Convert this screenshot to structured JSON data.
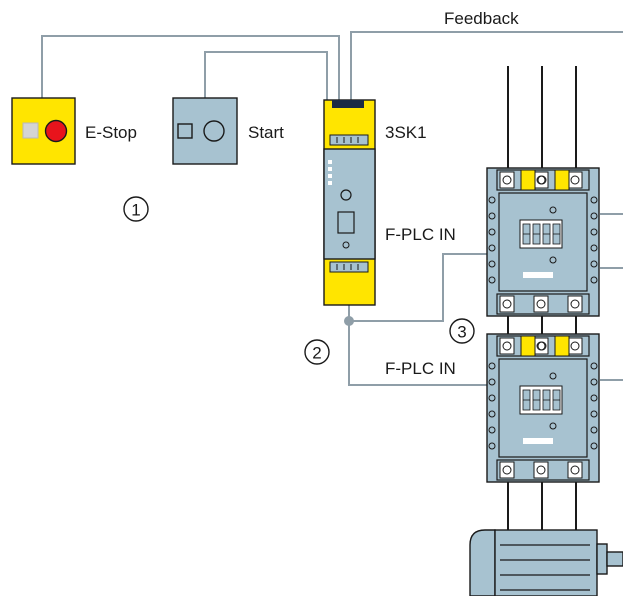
{
  "labels": {
    "feedback": "Feedback",
    "estop": "E-Stop",
    "start": "Start",
    "relay": "3SK1",
    "fplc_in_1": "F-PLC IN",
    "fplc_in_2": "F-PLC IN"
  },
  "callouts": {
    "one": "1",
    "two": "2",
    "three": "3"
  },
  "colors": {
    "safety_yellow": "#ffe500",
    "device_blue": "#a7c2d0",
    "wire_gray": "#8f9ea8",
    "estop_red": "#e8141c"
  }
}
